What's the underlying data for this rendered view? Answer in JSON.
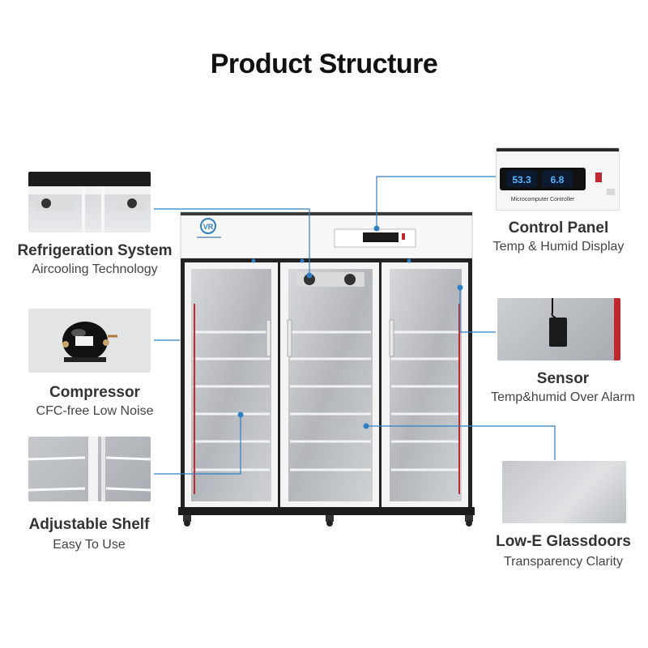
{
  "title": "Product Structure",
  "features": {
    "refrigeration": {
      "name": "Refrigeration System",
      "desc": "Aircooling Technology"
    },
    "compressor": {
      "name": "Compressor",
      "desc": "CFC-free Low Noise"
    },
    "shelf": {
      "name": "Adjustable  Shelf",
      "desc": "Easy To Use"
    },
    "control": {
      "name": "Control Panel",
      "desc": "Temp & Humid Display"
    },
    "sensor": {
      "name": "Sensor",
      "desc": "Temp&humid Over Alarm"
    },
    "glassdoor": {
      "name": "Low-E Glassdoors",
      "desc": "Transparency Clarity"
    }
  },
  "controller": {
    "reading_1": "53.3",
    "reading_2": "6.8",
    "caption": "Microcomputer Controller"
  },
  "cabinet": {
    "brand_mark": "VR"
  },
  "colors": {
    "accent_blue": "#2f7fc4",
    "frame_white": "#f4f4f4",
    "interior_grey": "#b9bcc0",
    "alarm_red": "#c0282d"
  }
}
